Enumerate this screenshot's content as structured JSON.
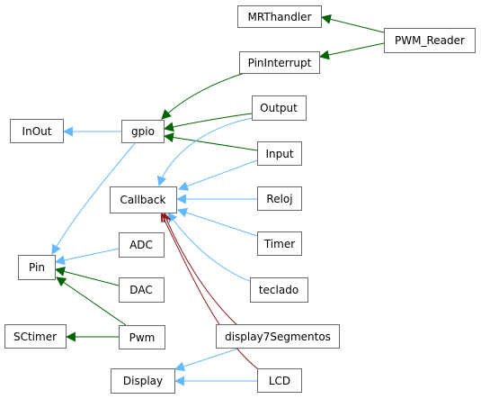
{
  "colors": {
    "inheritance": "#63b8ff",
    "usage": "#006400",
    "friend": "#8b1a1a",
    "node_border": "#6b6b6b",
    "background": "#ffffff"
  },
  "nodes": {
    "mrthandler": "MRThandler",
    "pwm_reader": "PWM_Reader",
    "pininterrupt": "PinInterrupt",
    "inout": "InOut",
    "gpio": "gpio",
    "output": "Output",
    "input": "Input",
    "callback": "Callback",
    "reloj": "Reloj",
    "timer": "Timer",
    "adc": "ADC",
    "pin": "Pin",
    "dac": "DAC",
    "teclado": "teclado",
    "sctimer": "SCtimer",
    "pwm": "Pwm",
    "display7segmentos": "display7Segmentos",
    "display": "Display",
    "lcd": "LCD"
  }
}
